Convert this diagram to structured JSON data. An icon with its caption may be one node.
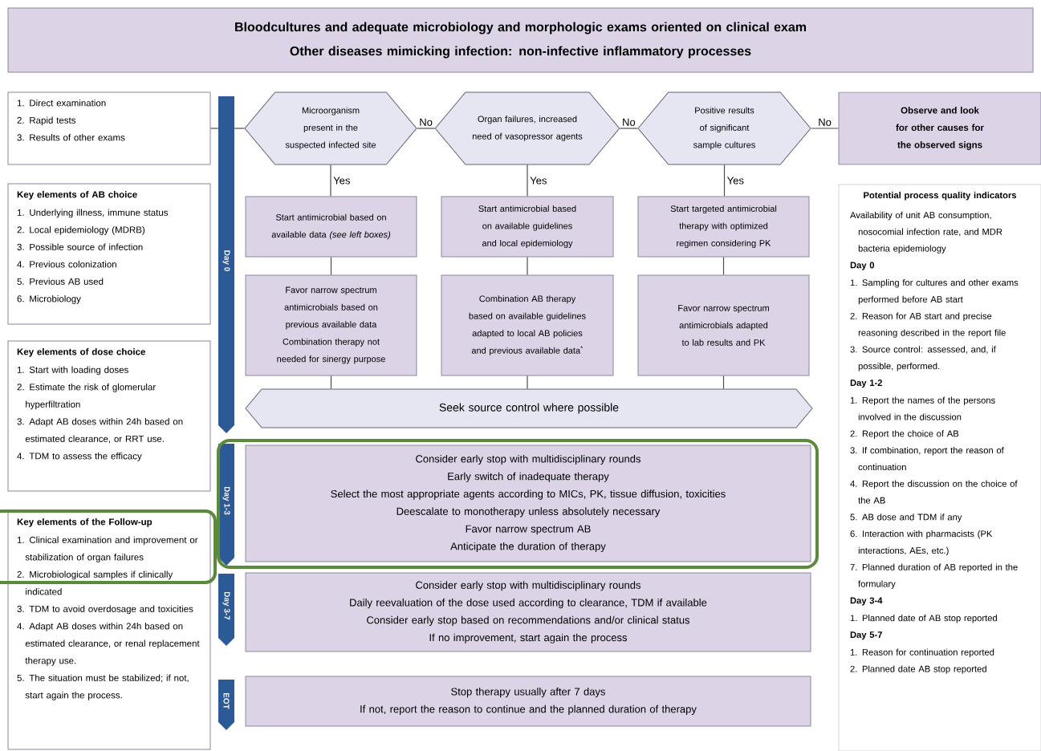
{
  "diagram": {
    "nodes": [
      {
        "text": [
          "Bloodcultures and adequate microbiology and morphologic exams oriented on clinical exam",
          "Other diseases mimicking infection: non-infective inflammatory processes"
        ]
      },
      {
        "text": [
          "1. Direct examination",
          "2. Rapid tests",
          "3. Results of other exams"
        ]
      },
      {
        "text": [
          "Key elements of AB choice",
          "1. Underlying illness, immune status",
          "2. Local epidemiology (MDRB)",
          "3. Possible source of infection",
          "4. Previous colonization",
          "5. Previous AB used",
          "6. Microbiology"
        ]
      },
      {
        "text": [
          "Key elements of dose choice",
          "1. Start with loading doses",
          "2. Estimate the risk of glomerular hyperfiltration",
          "3. Adapt AB doses within 24h based on estimated clearance, or RRT use.",
          "4. TDM to assess the efficacy"
        ]
      },
      {
        "text": [
          "Key elements of the Follow-up",
          "1. Clinical examination and improvement or stabilization of organ failures",
          "2. Microbiological samples if clinically indicated",
          "3. TDM to avoid overdosage and toxicities",
          "4. Adapt AB doses within 24h based on estimated clearance, or renal replacement therapy use.",
          "5. The situation must be stabilized; if not, start again the process."
        ]
      },
      {
        "text": [
          "Microorganism present in the suspected infected site"
        ]
      },
      {
        "text": [
          "Organ failures, increased need of vasopressor agents"
        ]
      },
      {
        "text": [
          "Positive results of significant sample cultures"
        ]
      },
      {
        "text": [
          "Observe and look for other causes for the observed signs"
        ]
      },
      {
        "text": [
          "Start antimicrobial based on available data *(see left boxes)*"
        ]
      },
      {
        "text": [
          "Start antimicrobial based on available guidelines and local epidemiology"
        ]
      },
      {
        "text": [
          "Start targeted antimicrobial therapy with optimized regimen considering PK"
        ]
      },
      {
        "text": [
          "Favor narrow spectrum antimicrobials based on previous available data",
          "Combination therapy not needed for sinergy purpose"
        ]
      },
      {
        "text": [
          "Combination AB therapy based on available guidelines adapted to local AB policies and previous available data$^{*}$"
        ]
      },
      {
        "text": [
          "Favor narrow spectrum antimicrobials adapted to lab results and PK"
        ]
      },
      {
        "text": [
          "Seek source control where possible"
        ]
      },
      {
        "text": [
          "Consider early stop with multidisciplinary rounds",
          "Early switch of inadequate therapy",
          "Select the most appropriate agents according to MICs, PK, tissue diffusion, toxicities",
          "Deescalate to monotherapy unless absolutely necessary",
          "Favor narrow spectrum AB",
          "Anticipate the duration of therapy"
        ]
      },
      {
        "text": [
          "Consider early stop with multidisciplinary rounds",
          "Daily reevaluation of the dose used according to clearance, TDM if available",
          "Consider early stop based on recommendations and/or clinical status",
          "If no improvement, start again the process"
        ]
      },
      {
        "text": [
          "Stop therapy usually after 7 days",
          "If not, report the reason to continue and the planned duration of therapy"
        ]
      },
      {
        "text": [
          "Potential process quality indicators",
          "Availability of unit AB consumption, nosocomial infection rate, and MDR bacteria epidemiology",
          "Day 0",
          "1. Sampling for cultures and other exams performed before AB start",
          "2. Reason for AB start and precise reasoning described in the report file",
          "3. Source control: assessed, and, if possible, performed.",
          "Day 1-2",
          "1. Report the names of the persons involved in the discussion",
          "2. Report the choice of AB",
          "3. If combination, report the reason of continuation",
          "4. Report the discussion on the choice of the AB",
          "5. AB dose and TDM if any",
          "6. Interaction with pharmacists (PK interactions, AEs, etc.)",
          "7. Planned duration of AB reported in the formulary",
          "Day 3-4",
          "1. Planned date of AB stop reported",
          "Day 5-7",
          "1. Reason for continuation reported",
          "2. Planned date AB stop reported"
        ]
      },
      {
        "text": [
          "Day 0"
        ]
      },
      {
        "text": [
          "Day 1-3"
        ]
      },
      {
        "text": [
          "Day 3-7"
        ]
      },
      {
        "text": [
          "EOT"
        ]
      }
    ],
    "edges": [
      {
        "from": 1,
        "to": 20,
        "arrow": "none"
      },
      {
        "from": 20,
        "to": 5,
        "arrow": "none"
      },
      {
        "from": 5,
        "to": 6,
        "arrow": "none",
        "label": "No"
      },
      {
        "from": 6,
        "to": 7,
        "arrow": "none",
        "label": "No"
      },
      {
        "from": 7,
        "to": 8,
        "arrow": "none",
        "label": "No"
      },
      {
        "from": 5,
        "to": 9,
        "arrow": "none",
        "label": "Yes"
      },
      {
        "from": 6,
        "to": 10,
        "arrow": "none",
        "label": "Yes"
      },
      {
        "from": 7,
        "to": 11,
        "arrow": "none",
        "label": "Yes"
      },
      {
        "from": 9,
        "to": 12,
        "arrow": "none"
      },
      {
        "from": 10,
        "to": 13,
        "arrow": "none"
      },
      {
        "from": 11,
        "to": 14,
        "arrow": "none"
      },
      {
        "from": 12,
        "to": 15,
        "arrow": "none"
      },
      {
        "from": 13,
        "to": 15,
        "arrow": "none"
      },
      {
        "from": 14,
        "to": 15,
        "arrow": "none"
      }
    ]
  }
}
